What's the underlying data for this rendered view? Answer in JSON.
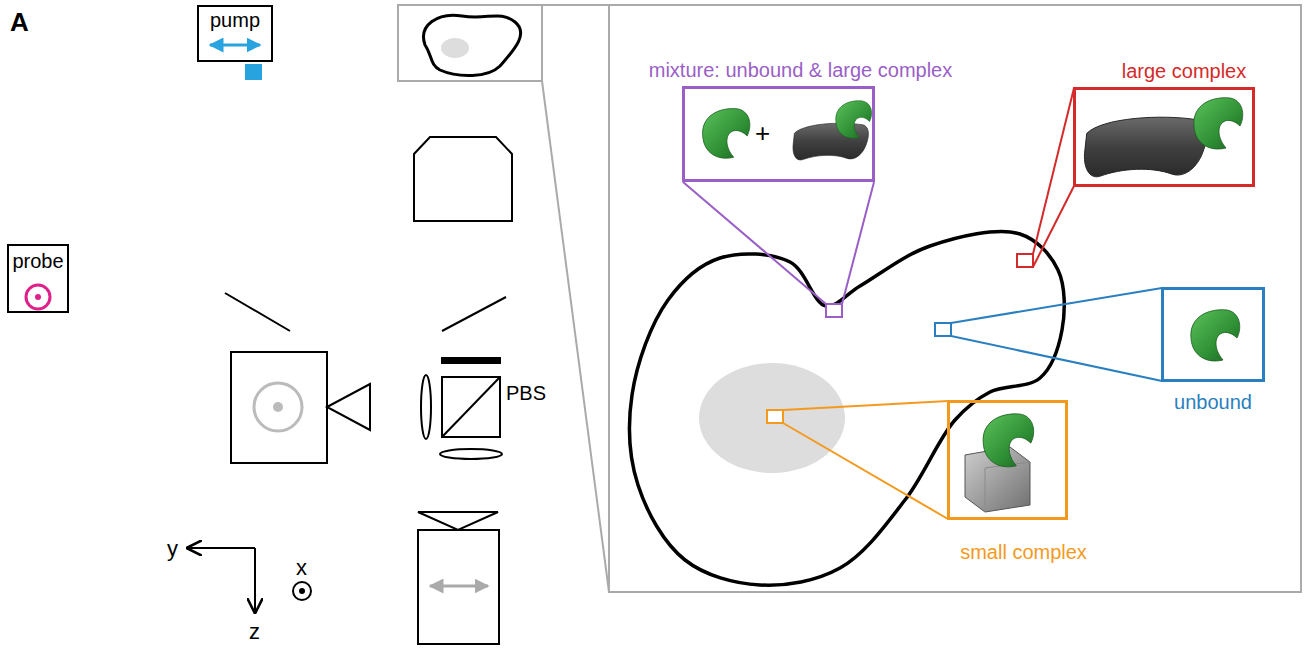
{
  "diagram": {
    "nodes": [
      {
        "text": [
          "pump"
        ]
      },
      {
        "text": [
          "probe"
        ]
      },
      {
        "text": [
          "mixture: unbound & large complex",
          "+"
        ]
      },
      {
        "text": [
          "large complex"
        ]
      },
      {
        "text": [
          "unbound"
        ]
      },
      {
        "text": [
          "small complex"
        ]
      }
    ],
    "labels": [
      "A",
      "PBS",
      "y",
      "z",
      "x"
    ]
  }
}
